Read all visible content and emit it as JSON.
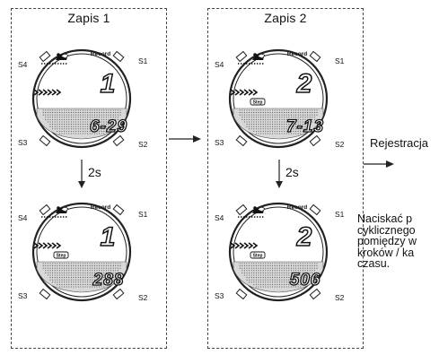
{
  "panels": [
    {
      "title": "Zapis 1",
      "interval_label": "2s",
      "watches": [
        {
          "top_label": "Record",
          "big_digit": "1",
          "bottom_value": "6-29",
          "step_badge": "",
          "labels": [
            "S4",
            "S1",
            "S3",
            "S2"
          ]
        },
        {
          "top_label": "Record",
          "big_digit": "1",
          "bottom_value": "288",
          "step_badge": "Step",
          "labels": [
            "S4",
            "S1",
            "S3",
            "S2"
          ]
        }
      ]
    },
    {
      "title": "Zapis 2",
      "interval_label": "2s",
      "watches": [
        {
          "top_label": "Record",
          "big_digit": "2",
          "bottom_value": "7-13",
          "step_badge": "Step",
          "labels": [
            "S4",
            "S1",
            "S3",
            "S2"
          ]
        },
        {
          "top_label": "Record",
          "big_digit": "2",
          "bottom_value": "506",
          "step_badge": "Step",
          "labels": [
            "S4",
            "S1",
            "S3",
            "S2"
          ]
        }
      ]
    }
  ],
  "side": {
    "registration_label": "Rejestracja",
    "instruction_lines": [
      "Naciskać p",
      "cyklicznego",
      "pomiędzy w",
      "kroków / ka",
      "czasu."
    ]
  }
}
